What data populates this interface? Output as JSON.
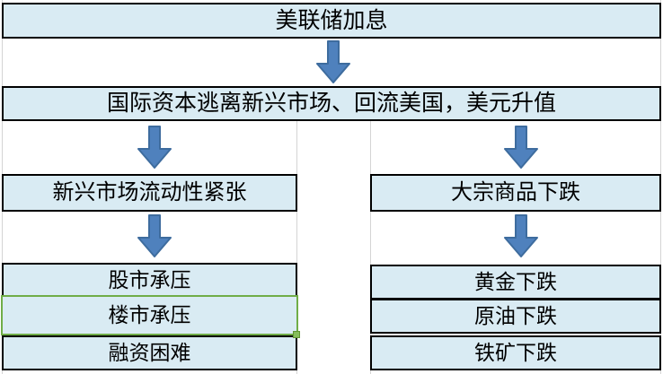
{
  "diagram": {
    "root": {
      "label": "美联储加息"
    },
    "level2": {
      "label": "国际资本逃离新兴市场、回流美国，美元升值"
    },
    "left_branch": {
      "header": "新兴市场流动性紧张",
      "items": [
        {
          "label": "股市承压",
          "highlighted": false
        },
        {
          "label": "楼市承压",
          "highlighted": true
        },
        {
          "label": "融资困难",
          "highlighted": false
        }
      ]
    },
    "right_branch": {
      "header": "大宗商品下跌",
      "items": [
        {
          "label": "黄金下跌"
        },
        {
          "label": "原油下跌"
        },
        {
          "label": "铁矿下跌"
        }
      ]
    },
    "icons": {
      "arrow": "down-block-arrow",
      "selection_handle": "resize-handle"
    },
    "colors": {
      "box_fill": "#d9ebf3",
      "box_border": "#000000",
      "arrow_fill": "#4f81bd",
      "arrow_outline": "#3e6c9e",
      "selection_green": "#70ad47",
      "gridline": "#d4d4d4",
      "background": "#ffffff"
    }
  }
}
